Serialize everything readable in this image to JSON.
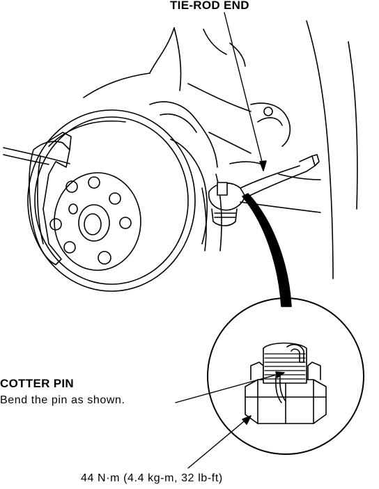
{
  "labels": {
    "tie_rod_end": "TIE-ROD END",
    "cotter_pin_title": "COTTER PIN",
    "cotter_pin_instruction": "Bend the pin as shown.",
    "torque_spec": "44 N·m (4.4 kg-m, 32 lb-ft)"
  },
  "colors": {
    "ink": "#000000",
    "paper": "#ffffff"
  }
}
